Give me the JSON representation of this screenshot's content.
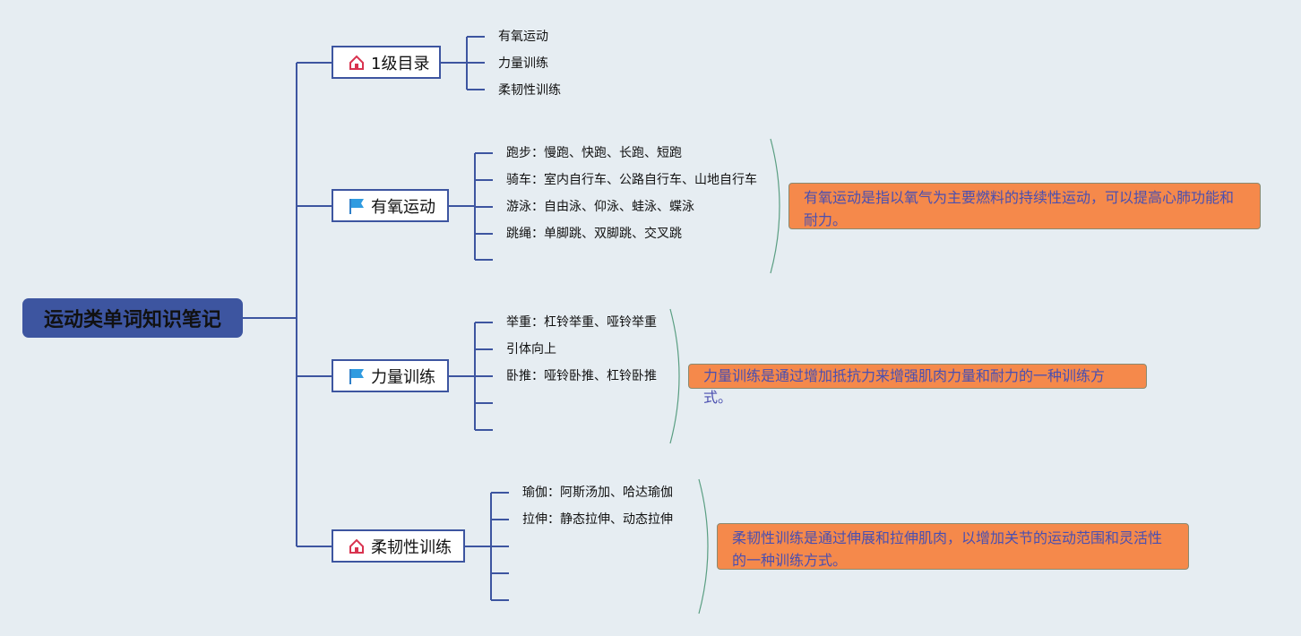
{
  "root": {
    "title": "运动类单词知识笔记"
  },
  "colors": {
    "line": "#3d55a0",
    "bracket": "#5a9e82",
    "note_bg": "#f5894b",
    "note_text": "#4a4fb0",
    "root_bg": "#3d55a0"
  },
  "topics": [
    {
      "label": "1级目录",
      "icon": "house-icon",
      "children": [
        "有氧运动",
        "力量训练",
        "柔韧性训练"
      ]
    },
    {
      "label": "有氧运动",
      "icon": "flag-icon",
      "children": [
        "跑步：慢跑、快跑、长跑、短跑",
        "骑车：室内自行车、公路自行车、山地自行车",
        "游泳：自由泳、仰泳、蛙泳、蝶泳",
        "跳绳：单脚跳、双脚跳、交叉跳"
      ],
      "note": "有氧运动是指以氧气为主要燃料的持续性运动，可以提高心肺功能和耐力。"
    },
    {
      "label": "力量训练",
      "icon": "flag-icon",
      "children": [
        "举重：杠铃举重、哑铃举重",
        "引体向上",
        "卧推：哑铃卧推、杠铃卧推"
      ],
      "note": "力量训练是通过增加抵抗力来增强肌肉力量和耐力的一种训练方式。"
    },
    {
      "label": "柔韧性训练",
      "icon": "house-icon",
      "children": [
        "瑜伽：阿斯汤加、哈达瑜伽",
        "拉伸：静态拉伸、动态拉伸"
      ],
      "note": "柔韧性训练是通过伸展和拉伸肌肉，以增加关节的运动范围和灵活性的一种训练方式。"
    }
  ]
}
